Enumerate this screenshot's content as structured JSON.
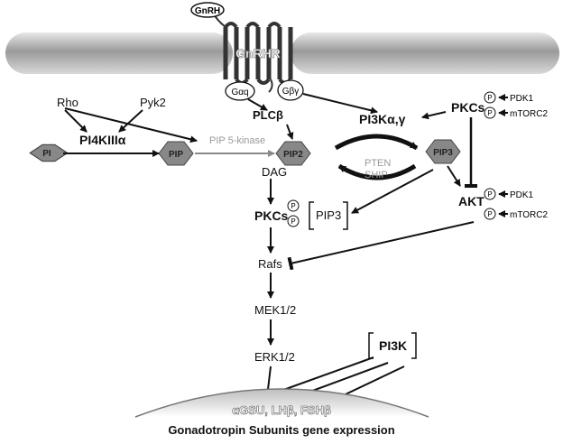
{
  "receptor": {
    "ligand": "GnRH",
    "name": "GnRHR",
    "g_aq": "Gαq",
    "g_by": "Gβγ"
  },
  "upstream": {
    "rho": "Rho",
    "pyk2": "Pyk2",
    "pi4k": "PI4KIIIα",
    "pi": "PI",
    "pip": "PIP",
    "pip5k": "PIP 5-kinase",
    "pip2": "PIP2",
    "plcb": "PLCβ",
    "pi3k": "PI3Kα,γ",
    "pip3": "PIP3",
    "pten": "PTEN",
    "ship": "SHIP"
  },
  "kinases": {
    "pkcs_top": "PKCs",
    "pdk1_top": "PDK1",
    "mtorc2_top": "mTORC2",
    "akt": "AKT",
    "pdk1_bottom": "PDK1",
    "mtorc2_bottom": "mTORC2",
    "phospho": "P"
  },
  "cascade": {
    "dag": "DAG",
    "pkcs": "PKCs",
    "pip3_box": "PIP3",
    "rafs": "Rafs",
    "mek": "MEK1/2",
    "erk": "ERK1/2",
    "pi3k_box": "PI3K"
  },
  "nucleus": {
    "genes": "αGSU, LHβ, FSHβ",
    "caption": "Gonadotropin Subunits gene expression"
  }
}
